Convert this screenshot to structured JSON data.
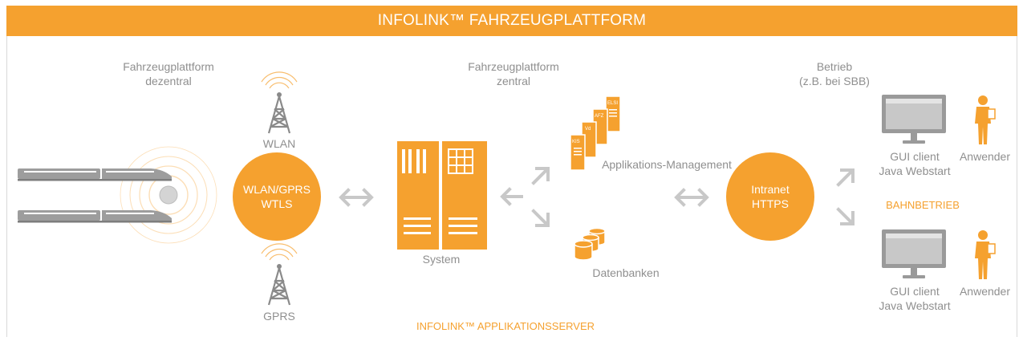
{
  "header": {
    "title": "INFOLINK™ FAHRZEUGPLATTFORM"
  },
  "decentral": {
    "line1": "Fahrzeugplattform",
    "line2": "dezentral"
  },
  "central": {
    "line1": "Fahrzeugplattform",
    "line2": "zentral"
  },
  "operation": {
    "line1": "Betrieb",
    "line2": "(z.B. bei SBB)"
  },
  "antennas": {
    "top_label": "WLAN",
    "bottom_label": "GPRS"
  },
  "wireless_node": {
    "line1": "WLAN/GPRS",
    "line2": "WTLS"
  },
  "intranet_node": {
    "line1": "Intranet",
    "line2": "HTTPS"
  },
  "server": {
    "label": "System"
  },
  "applications": {
    "label": "Applikations-Management",
    "documents": [
      "KIS",
      "Vd",
      "AFZ",
      "ELSI"
    ]
  },
  "databases": {
    "label": "Datenbanken"
  },
  "appserver": {
    "label": "INFOLINK™ APPLIKATIONSSERVER"
  },
  "clients": [
    {
      "client_line1": "GUI client",
      "client_line2": "Java Webstart",
      "user_label": "Anwender"
    },
    {
      "client_line1": "GUI client",
      "client_line2": "Java Webstart",
      "user_label": "Anwender"
    }
  ],
  "operations_group": {
    "label": "BAHNBETRIEB"
  },
  "colors": {
    "accent": "#f5a12f",
    "gray": "#8f8f8f",
    "light_gray": "#c8c8c8"
  }
}
